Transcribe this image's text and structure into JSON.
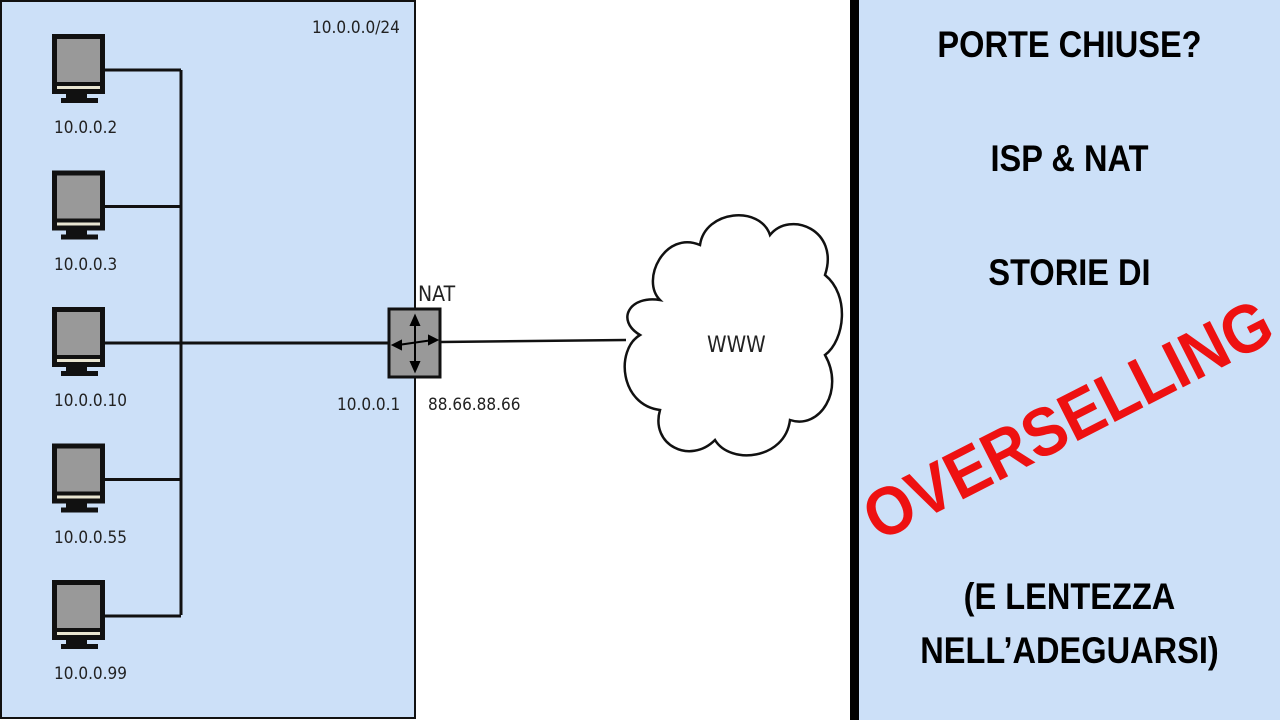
{
  "diagram": {
    "subnet": "10.0.0.0/24",
    "hosts": [
      {
        "ip": "10.0.0.2",
        "icon": "computer-icon"
      },
      {
        "ip": "10.0.0.3",
        "icon": "computer-icon"
      },
      {
        "ip": "10.0.0.10",
        "icon": "computer-icon"
      },
      {
        "ip": "10.0.0.55",
        "icon": "computer-icon"
      },
      {
        "ip": "10.0.0.99",
        "icon": "computer-icon"
      }
    ],
    "nat": {
      "label": "NAT",
      "inside_ip": "10.0.0.1",
      "outside_ip": "88.66.88.66",
      "icon": "router-icon"
    },
    "internet": {
      "label": "WWW",
      "icon": "cloud-icon"
    }
  },
  "panel": {
    "line1": "PORTE CHIUSE?",
    "line2": "ISP & NAT",
    "line3": "STORIE DI",
    "highlight": "OVERSELLING",
    "line4": "(E  LENTEZZA",
    "line5": "NELL’ADEGUARSI)"
  },
  "colors": {
    "lan_background": "#cce0f8",
    "panel_background": "#cce0f8",
    "highlight": "#ee1111"
  }
}
